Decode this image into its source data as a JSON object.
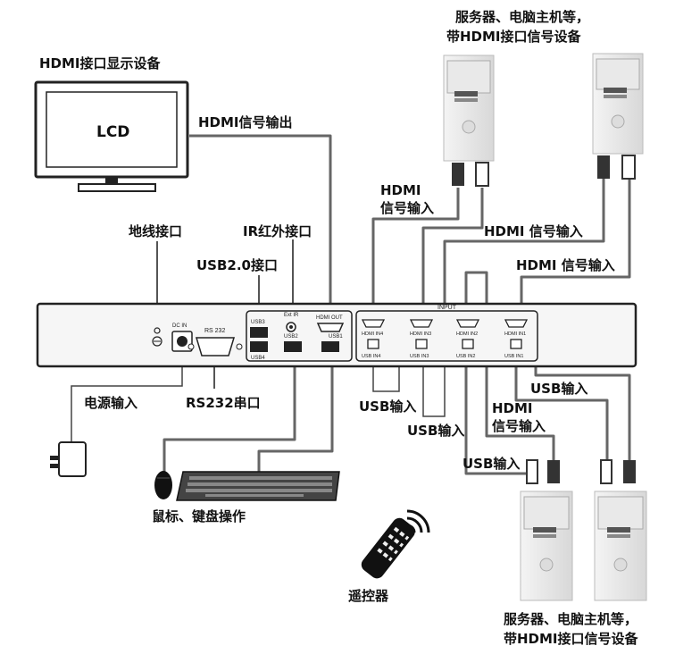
{
  "labels": {
    "top_servers": [
      "服务器、电脑主机等，",
      "带HDMI接口信号设备"
    ],
    "bottom_servers": [
      "服务器、电脑主机等，",
      "带HDMI接口信号设备"
    ],
    "display_device": "HDMI接口显示设备",
    "lcd": "LCD",
    "hdmi_out": "HDMI信号输出",
    "ground": "地线接口",
    "ir": "IR红外接口",
    "usb2": "USB2.0接口",
    "hdmi_in_a": [
      "HDMI",
      "信号输入"
    ],
    "hdmi_in_b": "HDMI 信号输入",
    "hdmi_in_c": "HDMI 信号输入",
    "power_in": "电源输入",
    "rs232": "RS232串口",
    "usb_in_1": "USB输入",
    "usb_in_2": "USB输入",
    "usb_in_3": "USB输入",
    "usb_in_4": "USB输入",
    "hdmi_in_d": [
      "HDMI",
      "信号输入"
    ],
    "mouse_kbd": "鼠标、键盘操作",
    "remote": "遥控器"
  },
  "panel": {
    "input": "INPUT",
    "dc_in": "DC IN",
    "rs232": "RS 232",
    "usb3": "USB3",
    "usb4": "USB4",
    "ext_ir": "Ext IR",
    "usb2": "USB2",
    "hdmi_out": "HDMI OUT",
    "usb1": "USB1",
    "hdmi_in": [
      "HDMI IN4",
      "HDMI IN3",
      "HDMI IN2",
      "HDMI IN1"
    ],
    "usb_in": [
      "USB IN4",
      "USB IN3",
      "USB IN2",
      "USB IN1"
    ]
  }
}
